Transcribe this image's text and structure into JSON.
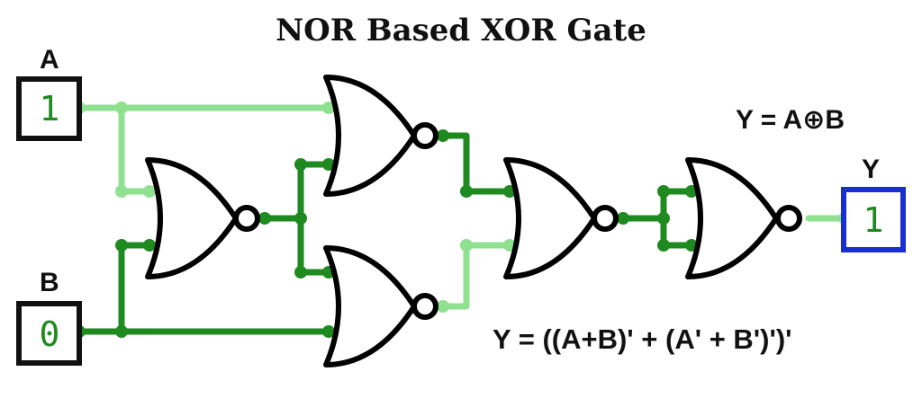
{
  "title": "NOR Based XOR Gate",
  "inputs": {
    "a": {
      "label": "A",
      "value": "1"
    },
    "b": {
      "label": "B",
      "value": "0"
    }
  },
  "output": {
    "label": "Y",
    "value": "1"
  },
  "equations": {
    "main": "Y = A⊕B",
    "expanded": "Y =  ((A+B)' + (A' + B')')'"
  },
  "colors": {
    "wire_high": "#1f8a1f",
    "wire_low": "#8fe08f",
    "input_box": "#111111",
    "output_box": "#1a2fd0",
    "value_text": "#1f8a1f",
    "gate_stroke": "#000000"
  }
}
